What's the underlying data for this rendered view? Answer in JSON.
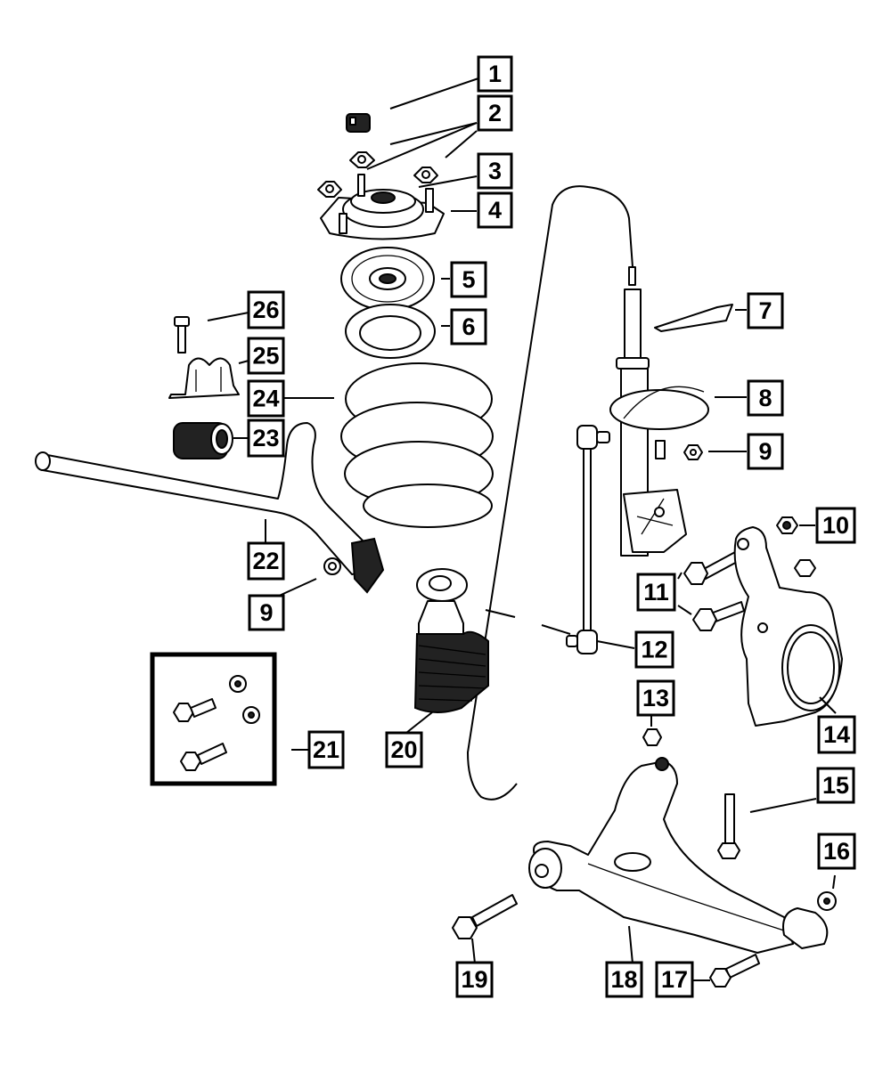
{
  "diagram": {
    "title": "Front Suspension Exploded View",
    "colors": {
      "line": "#000000",
      "background": "#ffffff"
    },
    "callouts": [
      {
        "id": "1",
        "label": "1",
        "part": "strut-top-nut"
      },
      {
        "id": "2",
        "label": "2",
        "part": "mount-nuts"
      },
      {
        "id": "3",
        "label": "3",
        "part": "bearing"
      },
      {
        "id": "4",
        "label": "4",
        "part": "strut-mount"
      },
      {
        "id": "5",
        "label": "5",
        "part": "upper-spring-seat"
      },
      {
        "id": "6",
        "label": "6",
        "part": "spring-isolator"
      },
      {
        "id": "7",
        "label": "7",
        "part": "bracket"
      },
      {
        "id": "8",
        "label": "8",
        "part": "lower-spring-seat"
      },
      {
        "id": "9",
        "label": "9",
        "part": "nut"
      },
      {
        "id": "9b",
        "label": "9",
        "part": "nut"
      },
      {
        "id": "10",
        "label": "10",
        "part": "nut"
      },
      {
        "id": "11",
        "label": "11",
        "part": "knuckle-bolts"
      },
      {
        "id": "12",
        "label": "12",
        "part": "stabilizer-link"
      },
      {
        "id": "13",
        "label": "13",
        "part": "ball-joint-nut"
      },
      {
        "id": "14",
        "label": "14",
        "part": "steering-knuckle"
      },
      {
        "id": "15",
        "label": "15",
        "part": "bolt"
      },
      {
        "id": "16",
        "label": "16",
        "part": "nut"
      },
      {
        "id": "17",
        "label": "17",
        "part": "bolt"
      },
      {
        "id": "18",
        "label": "18",
        "part": "lower-control-arm"
      },
      {
        "id": "19",
        "label": "19",
        "part": "bolt"
      },
      {
        "id": "20",
        "label": "20",
        "part": "dust-boot-jounce-bumper"
      },
      {
        "id": "21",
        "label": "21",
        "part": "hardware-kit"
      },
      {
        "id": "22",
        "label": "22",
        "part": "stabilizer-bar"
      },
      {
        "id": "23",
        "label": "23",
        "part": "stabilizer-bushing"
      },
      {
        "id": "24",
        "label": "24",
        "part": "coil-spring"
      },
      {
        "id": "25",
        "label": "25",
        "part": "bushing-clamp"
      },
      {
        "id": "26",
        "label": "26",
        "part": "bolt"
      }
    ]
  }
}
